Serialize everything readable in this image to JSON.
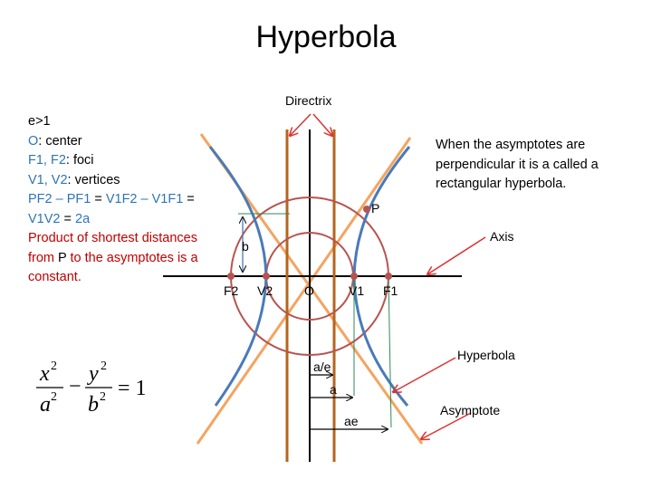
{
  "title": "Hyperbola",
  "notes": {
    "line1": "e>1",
    "o_sym": "O",
    "o_text": ": center",
    "f_sym": "F1, F2",
    "f_text": ": foci",
    "v_sym": "V1, V2",
    "v_text": ": vertices",
    "eq_a": "PF2 – PF1",
    "eq_eq1": " = ",
    "eq_b": "V1F2 – V1F1",
    "eq_eq2": " =",
    "eq_c": "V1V2",
    "eq_eq3": " = ",
    "eq_d": "2a",
    "product1": "Product of shortest distances",
    "product2a": "from ",
    "product2p": "P",
    "product2b": " to the asymptotes is a",
    "product3": "constant."
  },
  "side_note": "When the asymptotes are perpendicular it is a called a rectangular hyperbola.",
  "labels": {
    "directrix": "Directrix",
    "axis": "Axis",
    "hyperbola": "Hyperbola",
    "asymptote": "Asymptote",
    "P": "P",
    "b": "b",
    "F2": "F2",
    "V2": "V2",
    "O": "O",
    "V1": "V1",
    "F1": "F1",
    "a_over_e": "a/e",
    "a": "a",
    "ae": "ae"
  },
  "equation": {
    "x": "x",
    "a": "a",
    "y": "y",
    "b": "b",
    "exp": "2",
    "minus": "−",
    "equals": "= 1"
  },
  "colors": {
    "asymptote": "#f4a460",
    "hyperbola": "#4a7ab8",
    "circle": "#b85450",
    "directrix": "#b5651d",
    "arrow": "#e03030",
    "focus": "#b85450",
    "guide": "#2e8b57",
    "text_blue": "#2e75b6",
    "text_red": "#c00000"
  }
}
